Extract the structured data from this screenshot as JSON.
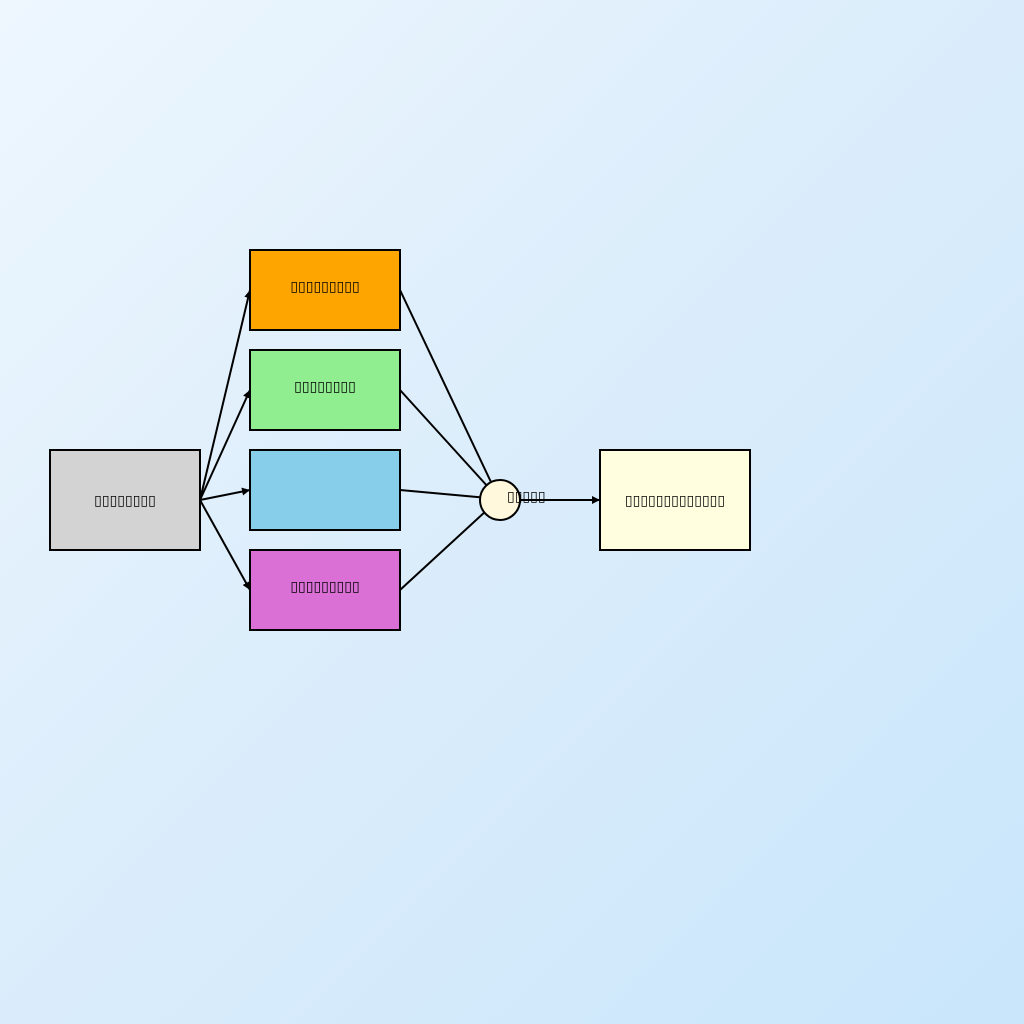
{
  "diagram": {
    "nodes": {
      "source": {
        "label": "▯▯▯▯▯▯▯▯",
        "fill": "#d3d3d3"
      },
      "branch_a": {
        "label": "▯▯▯▯▯▯▯▯▯",
        "fill": "#ffa500"
      },
      "branch_b": {
        "label": "▯▯▯▯▯▯▯▯",
        "fill": "#90ee90"
      },
      "branch_c": {
        "label": "",
        "fill": "#87ceeb"
      },
      "branch_d": {
        "label": "▯▯▯▯▯▯▯▯▯",
        "fill": "#da70d6"
      },
      "junction": {
        "label": "▯▯▯▯▯",
        "fill": "#fff8dc"
      },
      "result": {
        "label": "▯▯▯▯▯▯▯▯▯▯▯▯▯",
        "fill": "#ffffe0"
      }
    },
    "edges": [
      {
        "from": "source",
        "to": "branch_a"
      },
      {
        "from": "source",
        "to": "branch_b"
      },
      {
        "from": "source",
        "to": "branch_c"
      },
      {
        "from": "source",
        "to": "branch_d"
      },
      {
        "from": "branch_a",
        "to": "junction"
      },
      {
        "from": "branch_b",
        "to": "junction"
      },
      {
        "from": "branch_c",
        "to": "junction"
      },
      {
        "from": "branch_d",
        "to": "junction"
      },
      {
        "from": "junction",
        "to": "result"
      }
    ]
  }
}
